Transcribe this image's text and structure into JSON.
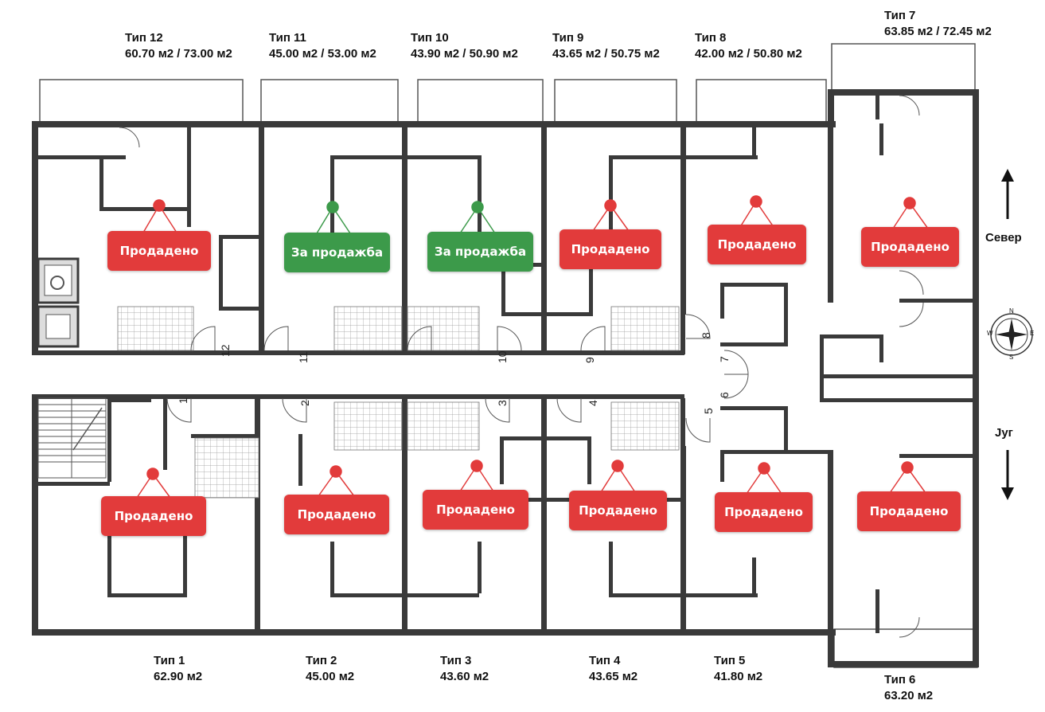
{
  "units_north": [
    {
      "id": "12",
      "type": "Тип 12",
      "area": "60.70 м2 / 73.00 м2",
      "status": "Продадено"
    },
    {
      "id": "11",
      "type": "Тип 11",
      "area": "45.00 м2 / 53.00 м2",
      "status": "За продажба"
    },
    {
      "id": "10",
      "type": "Тип 10",
      "area": "43.90 м2 / 50.90 м2",
      "status": "За продажба"
    },
    {
      "id": "9",
      "type": "Тип 9",
      "area": "43.65 м2 / 50.75 м2",
      "status": "Продадено"
    },
    {
      "id": "8",
      "type": "Тип 8",
      "area": "42.00 м2 / 50.80 м2",
      "status": "Продадено"
    },
    {
      "id": "7",
      "type": "Тип 7",
      "area": "63.85 м2 / 72.45 м2",
      "status": "Продадено"
    }
  ],
  "units_south": [
    {
      "id": "1",
      "type": "Тип 1",
      "area": "62.90 м2",
      "status": "Продадено"
    },
    {
      "id": "2",
      "type": "Тип 2",
      "area": "45.00 м2",
      "status": "Продадено"
    },
    {
      "id": "3",
      "type": "Тип 3",
      "area": "43.60 м2",
      "status": "Продадено"
    },
    {
      "id": "4",
      "type": "Тип 4",
      "area": "43.65 м2",
      "status": "Продадено"
    },
    {
      "id": "5",
      "type": "Тип 5",
      "area": "41.80 м2",
      "status": "Продадено"
    },
    {
      "id": "6",
      "type": "Тип 6",
      "area": "63.20 м2",
      "status": "Продадено"
    }
  ],
  "compass": {
    "north": "Север",
    "south": "Југ",
    "n": "N",
    "s": "S",
    "e": "E",
    "w": "W"
  },
  "colors": {
    "sold": "#e23b3b",
    "for_sale": "#3c9a4a",
    "wall": "#3a3a3a"
  },
  "icons": {
    "compass": "compass-rose-icon",
    "arrow_up": "arrow-up-icon",
    "arrow_down": "arrow-down-icon",
    "elevator": "elevator-icon",
    "wheelchair": "wheelchair-icon",
    "stairs": "stairs-icon"
  }
}
